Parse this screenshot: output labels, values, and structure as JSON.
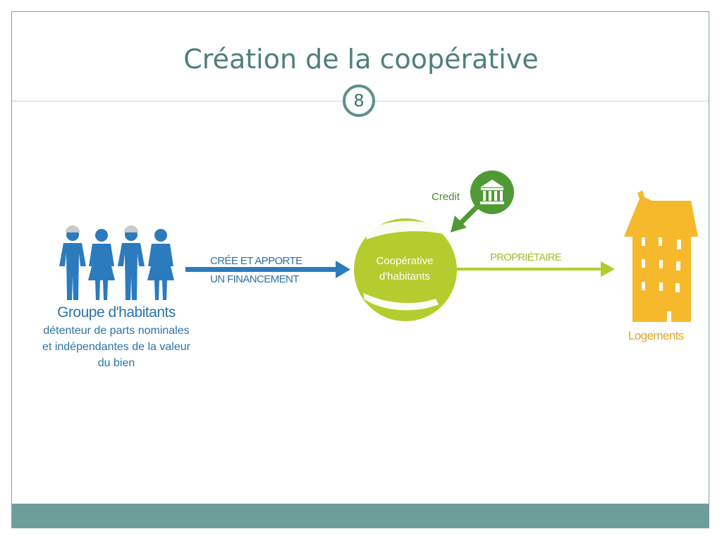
{
  "slide": {
    "title": "Création de la coopérative",
    "number": "8"
  },
  "diagram": {
    "group": {
      "title": "Groupe d'habitants",
      "description": [
        "détenteur de parts nominales",
        "et indépendantes de la valeur",
        "du bien"
      ],
      "color": "#2b7bbd"
    },
    "arrow_group_to_coop": {
      "lines": [
        "CRÉE ET APPORTE",
        "UN FINANCEMENT"
      ],
      "color": "#2b73a8"
    },
    "cooperative": {
      "lines": [
        "Coopérative",
        "d'habitants"
      ],
      "color": "#b5cc2e"
    },
    "credit": {
      "label": "Credit",
      "icon": "bank-icon",
      "color": "#4f9a35"
    },
    "arrow_coop_to_housing": {
      "label": "PROPRIÉTAIRE",
      "color": "#b5cc2e"
    },
    "housing": {
      "label": "Logements",
      "icon": "building-icon",
      "color": "#f6b92b"
    }
  },
  "theme": {
    "accent": "#5e8f8b",
    "footer": "#6d9e99"
  }
}
